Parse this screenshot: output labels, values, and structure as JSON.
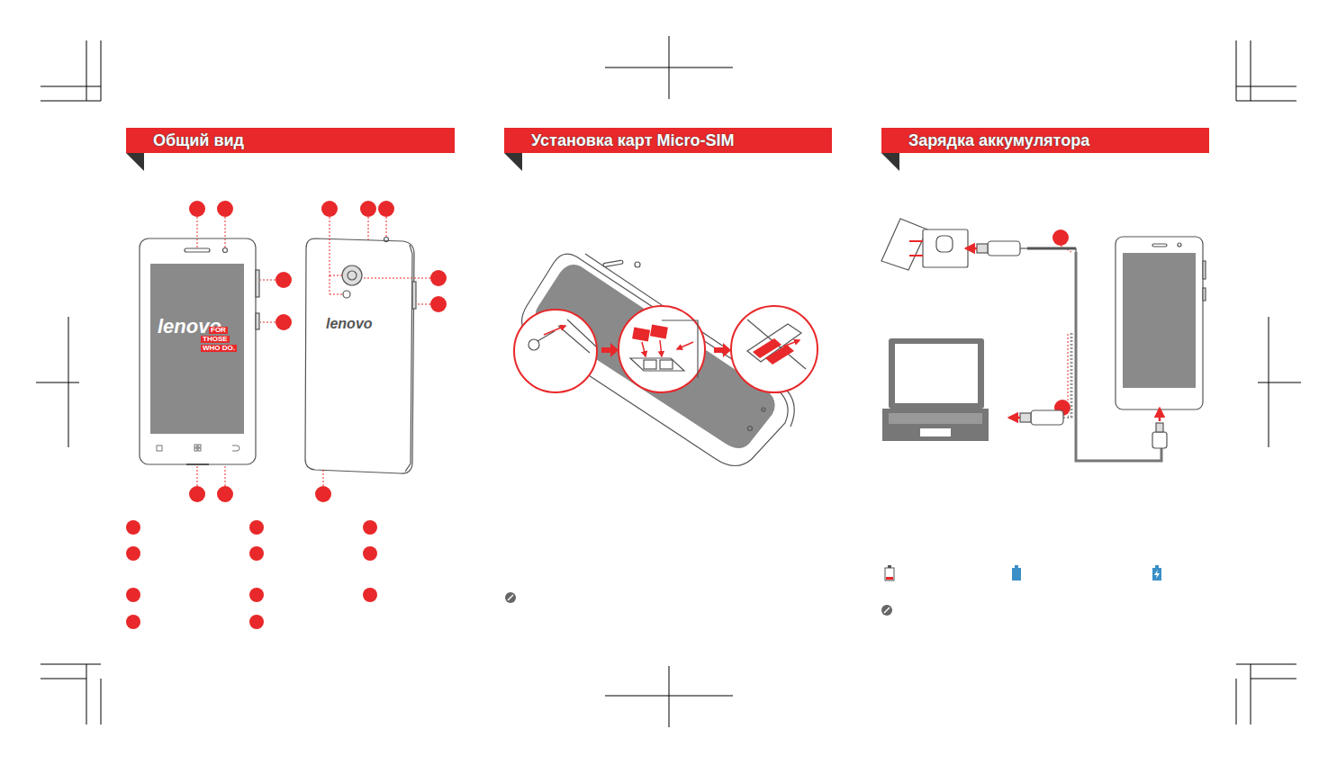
{
  "diagram": {
    "nodes": [
      {
        "text": [
          "Общий вид"
        ]
      },
      {
        "text": [
          "Установка карт Micro-SIM"
        ]
      },
      {
        "text": [
          "Зарядка аккумулятора"
        ]
      }
    ],
    "labels": [
      "lenovo",
      "FOR",
      "THOSE",
      "WHO DO.",
      "lenovo"
    ]
  }
}
